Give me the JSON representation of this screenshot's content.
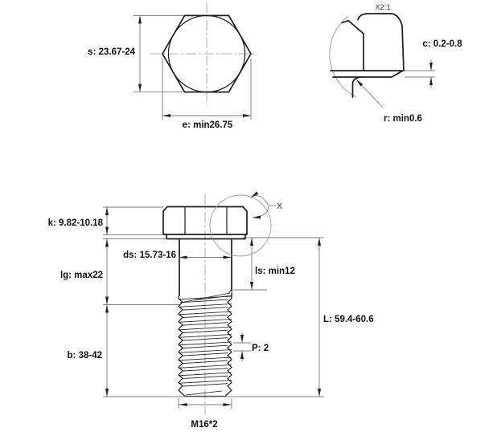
{
  "drawing": {
    "title_semantic": "hex-bolt-technical-drawing",
    "top_view": {
      "s_label": "s: 23.67-24",
      "e_label": "e: min26.75"
    },
    "detail_view": {
      "scale_label": "X2:1",
      "c_label": "c: 0.2-0.8",
      "r_label": "r: min0.6"
    },
    "side_view": {
      "k_label": "k: 9.82-10.18",
      "ds_label": "ds: 15.73-16",
      "lg_label": "lg: max22",
      "ls_label": "ls: min12",
      "b_label": "b: 38-42",
      "p_label": "P: 2",
      "l_label": "L: 59.4-60.6",
      "thread_label": "M16*2",
      "detail_ref_label": "X"
    },
    "colors": {
      "object_line": "#1c1c1c",
      "dimension_line": "#7d7d7d",
      "text": "#111111",
      "background": "#ffffff"
    }
  }
}
